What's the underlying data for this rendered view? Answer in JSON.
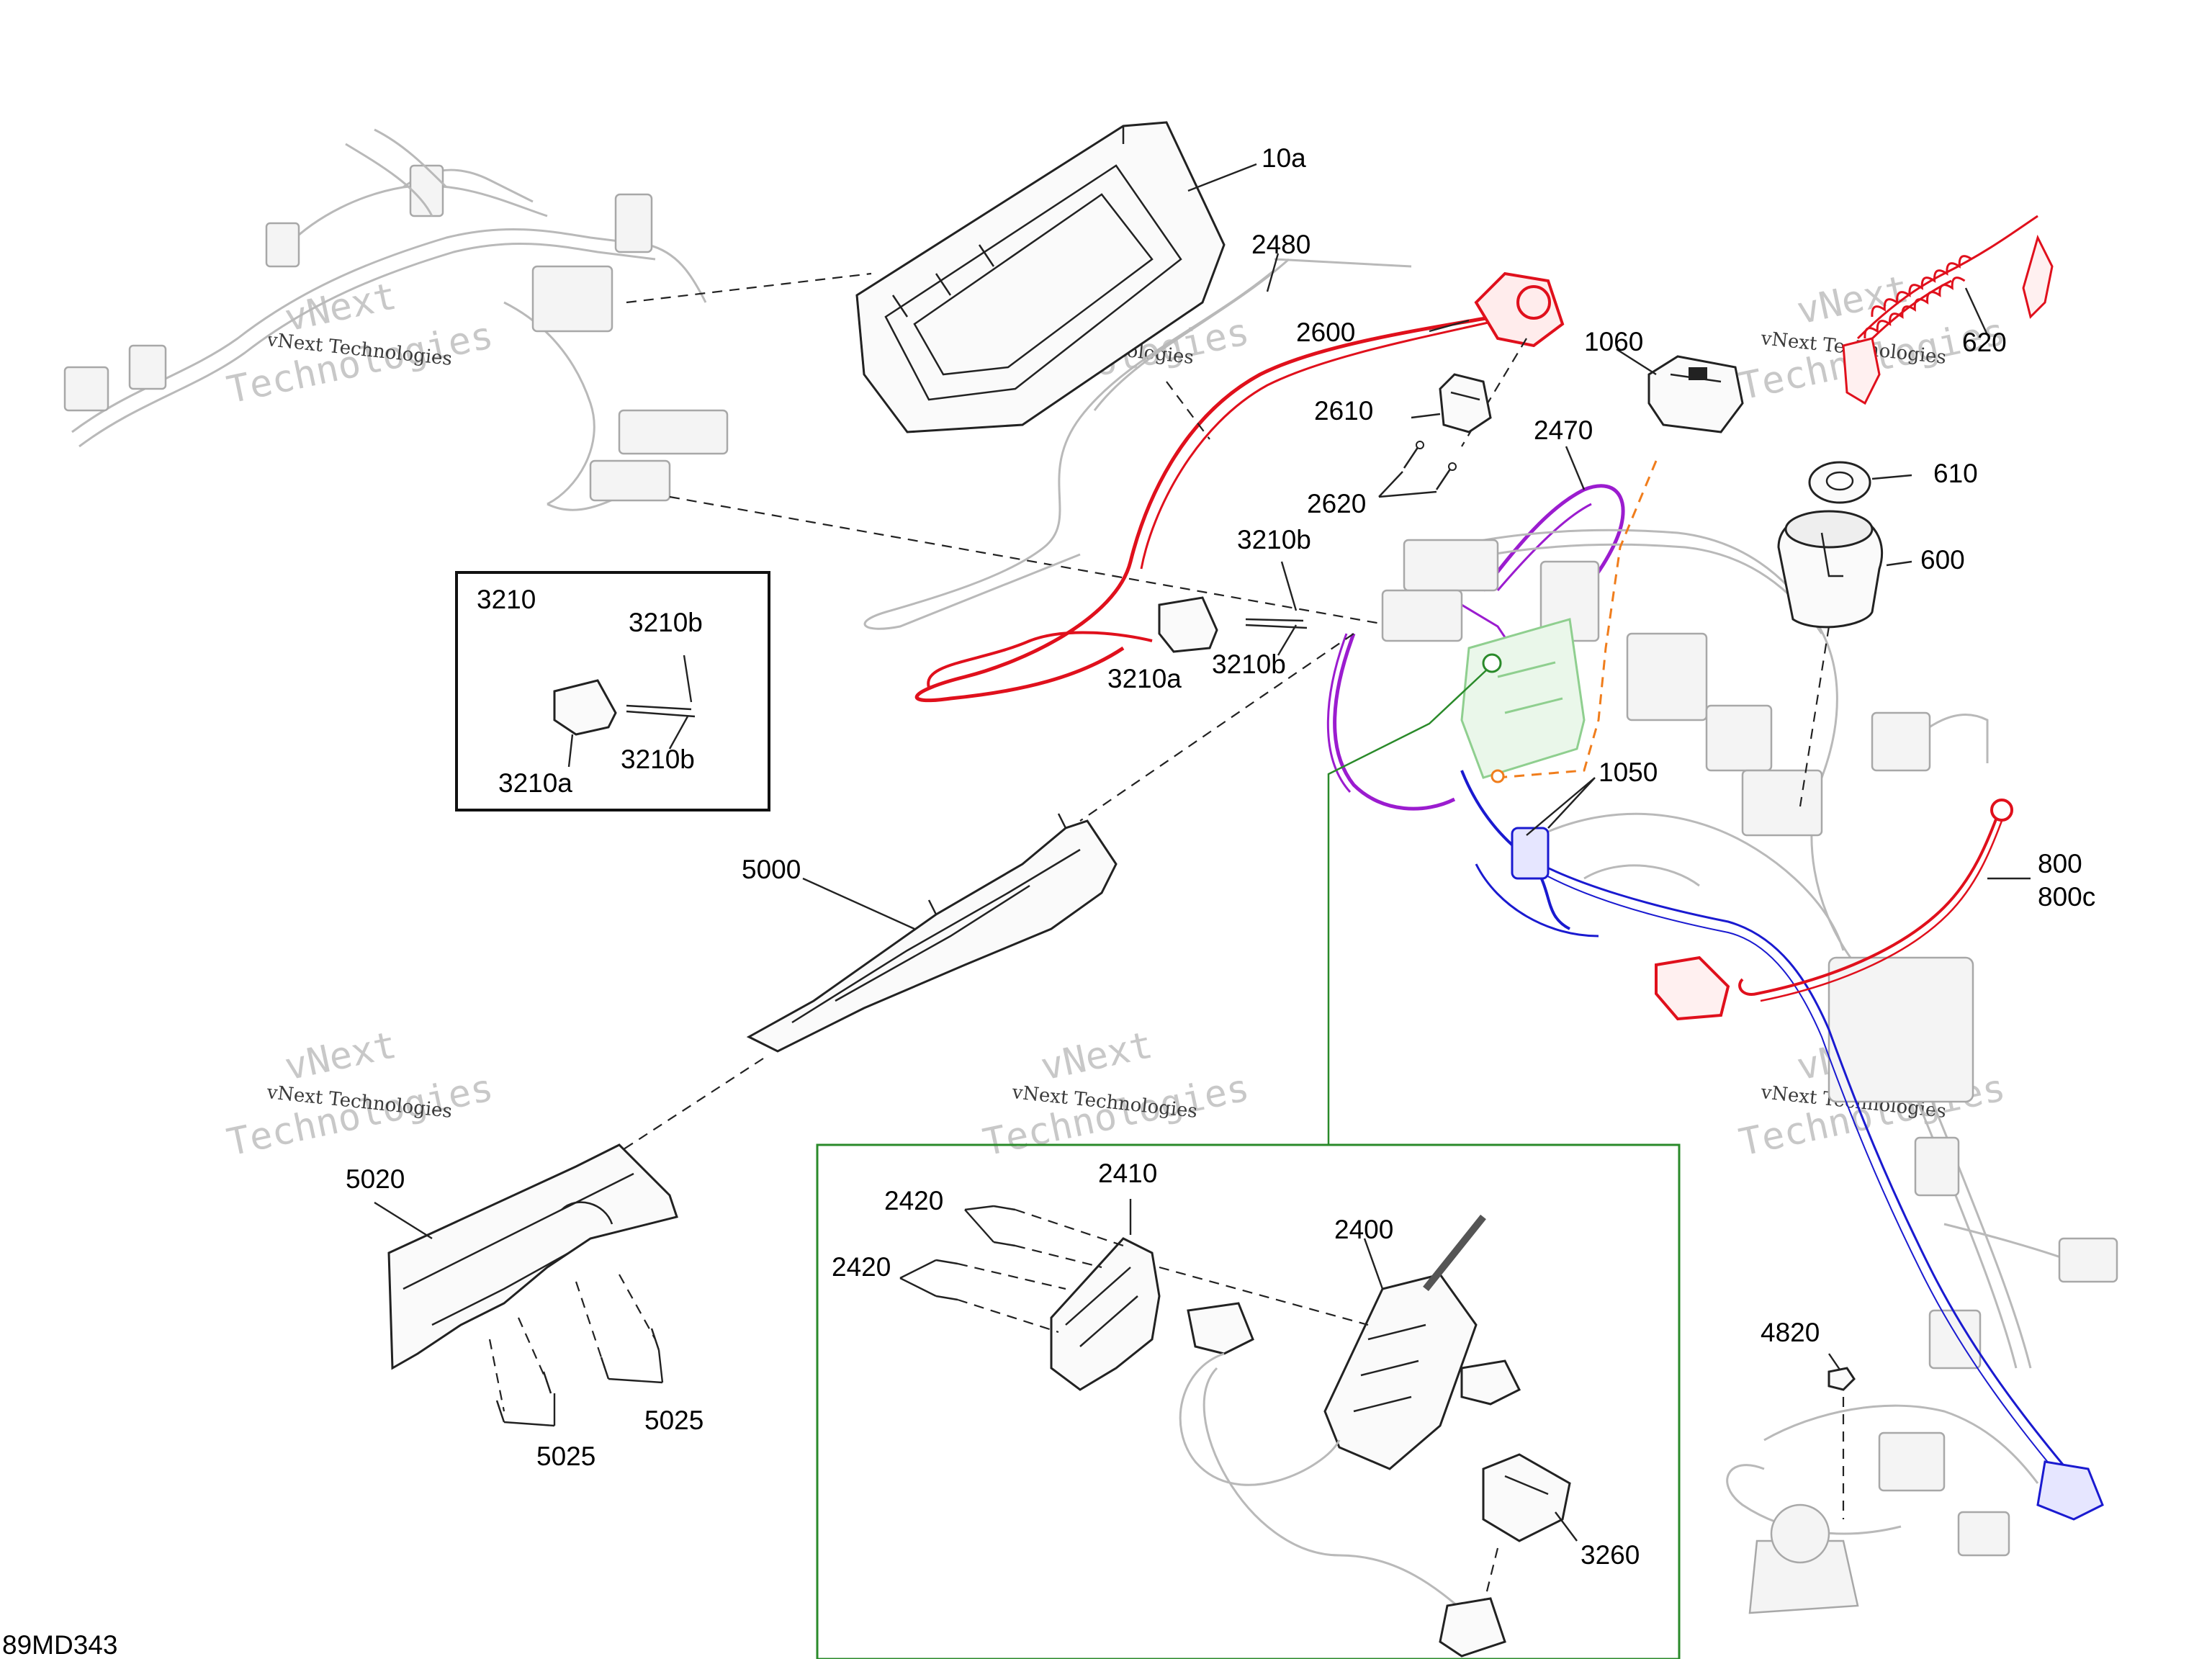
{
  "diagram_code": "89MD343",
  "watermark": {
    "brand": "vNext",
    "line2": "Technologies",
    "small": "vNext Technologies"
  },
  "colors": {
    "red": "#e0101c",
    "purple": "#9b1ccf",
    "blue": "#1a1ad0",
    "green": "#2a8a2a",
    "orange": "#f07d1c",
    "ghost": "#b9b9b9"
  },
  "labels": {
    "l_10a": "10a",
    "l_2480": "2480",
    "l_2600": "2600",
    "l_2610": "2610",
    "l_2620": "2620",
    "l_2470": "2470",
    "l_1060": "1060",
    "l_620": "620",
    "l_610": "610",
    "l_600": "600",
    "l_3210b_top": "3210b",
    "l_3210a_main": "3210a",
    "l_3210b_main": "3210b",
    "l_1050": "1050",
    "l_800": "800",
    "l_800c": "800c",
    "l_5000": "5000",
    "l_5020": "5020",
    "l_5025_a": "5025",
    "l_5025_b": "5025",
    "l_2410": "2410",
    "l_2420_a": "2420",
    "l_2420_b": "2420",
    "l_2400": "2400",
    "l_3260": "3260",
    "l_4820": "4820"
  },
  "inset": {
    "title": "3210",
    "l_3210b_top": "3210b",
    "l_3210b_bottom": "3210b",
    "l_3210a": "3210a"
  }
}
